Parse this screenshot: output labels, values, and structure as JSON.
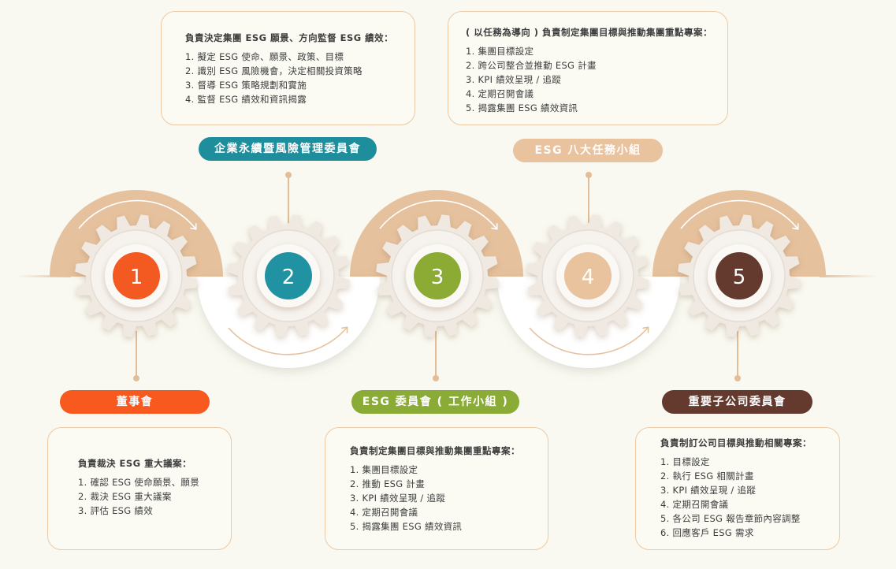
{
  "colors": {
    "background": "#f9f9f1",
    "tan": "#e6c19d",
    "gear": "#efe9e2",
    "gear_core": "#f6f3ef",
    "connector": "#e2bd98",
    "box_border": "#ecc9a4",
    "text": "#3d3d3d"
  },
  "stages": [
    {
      "number": "1",
      "color": "#f25a22"
    },
    {
      "number": "2",
      "color": "#2192a2"
    },
    {
      "number": "3",
      "color": "#8bab35"
    },
    {
      "number": "4",
      "color": "#e9c29e"
    },
    {
      "number": "5",
      "color": "#643a2f"
    }
  ],
  "labels": {
    "board": {
      "text": "董事會",
      "color": "#f8591f"
    },
    "sustainability_committee": {
      "text": "企業永續暨風險管理委員會",
      "color": "#1e8e9c"
    },
    "esg_committee": {
      "text": "ESG 委員會 ( 工作小組 )",
      "color": "#8aab35"
    },
    "esg_task_groups": {
      "text": "ESG 八大任務小組",
      "color": "#e9c29e"
    },
    "subsidiary_committee": {
      "text": "重要子公司委員會",
      "color": "#643a2f"
    }
  },
  "boxes": {
    "board": {
      "heading": "負責裁決 ESG 重大議案：",
      "items": [
        "1. 確認 ESG 使命願景、願景",
        "2. 裁決 ESG 重大議案",
        "3. 評估 ESG 績效"
      ]
    },
    "sustainability_committee": {
      "heading": "負責決定集團 ESG 願景、方向監督 ESG 績效：",
      "items": [
        "1. 擬定 ESG 使命、願景、政策、目標",
        "2. 識別 ESG 風險機會，決定相關投資策略",
        "3. 督導 ESG 策略規劃和實施",
        "4. 監督 ESG 績效和資訊揭露"
      ]
    },
    "esg_committee": {
      "heading": "負責制定集團目標與推動集團重點專案：",
      "items": [
        "1. 集團目標設定",
        "2. 推動 ESG 計畫",
        "3. KPI 績效呈現 / 追蹤",
        "4. 定期召開會議",
        "5. 揭露集團 ESG 績效資訊"
      ]
    },
    "esg_task_groups": {
      "heading": "( 以任務為導向 ) 負責制定集團目標與推動集團重點專案：",
      "items": [
        "1. 集團目標設定",
        "2. 跨公司整合並推動 ESG 計畫",
        "3. KPI 績效呈現 / 追蹤",
        "4. 定期召開會議",
        "5. 揭露集團 ESG 績效資訊"
      ]
    },
    "subsidiary_committee": {
      "heading": "負責制訂公司目標與推動相關專案：",
      "items": [
        "1. 目標設定",
        "2. 執行 ESG 相關計畫",
        "3. KPI 績效呈現 / 追蹤",
        "4. 定期召開會議",
        "5. 各公司 ESG 報告章節內容調整",
        "6. 回應客戶 ESG 需求"
      ]
    }
  }
}
